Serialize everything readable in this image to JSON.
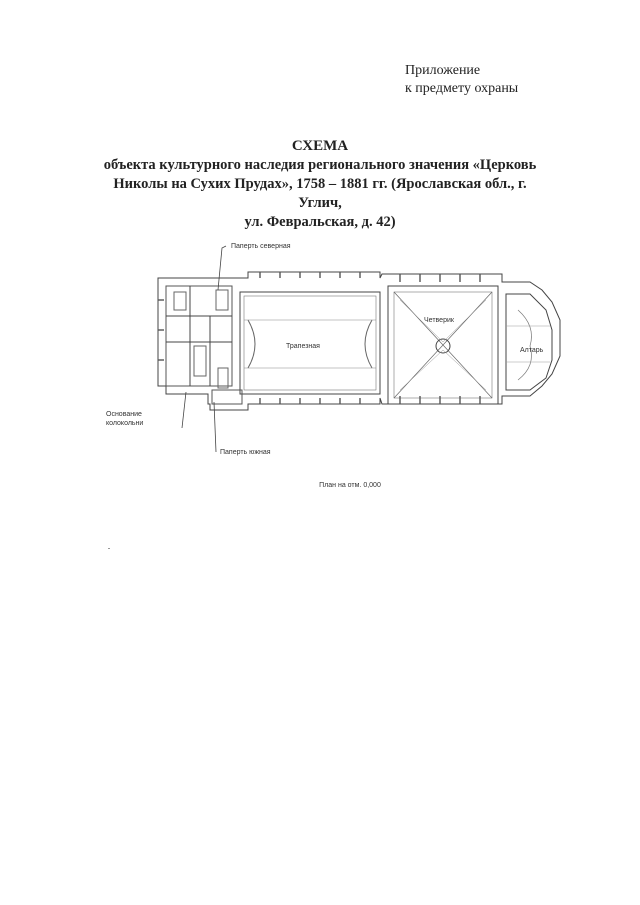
{
  "appendix": {
    "line1": "Приложение",
    "line2": "к предмету охраны"
  },
  "title": {
    "heading": "СХЕМА",
    "line1": "объекта культурного наследия регионального значения «Церковь",
    "line2": "Николы на Сухих Прудах», 1758 – 1881 гг. (Ярославская обл., г. Углич,",
    "line3": "ул. Февральская, д. 42)"
  },
  "plan": {
    "labels": {
      "porch_north": "Паперть северная",
      "porch_south": "Паперть южная",
      "bell_tower_base_1": "Основание",
      "bell_tower_base_2": "колокольни",
      "refectory": "Трапезная",
      "chetverik": "Четверик",
      "altar": "Алтарь"
    },
    "caption": "План на отм. 0,000"
  }
}
